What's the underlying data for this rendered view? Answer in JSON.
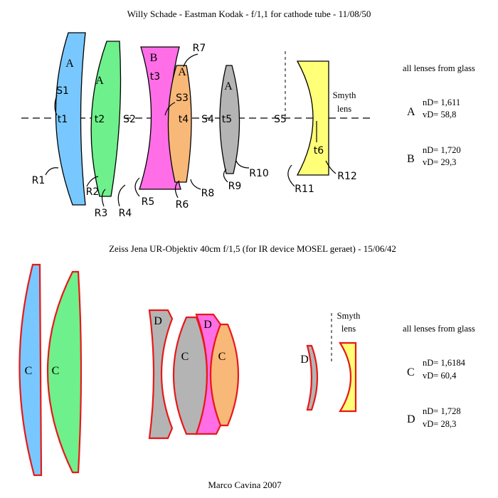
{
  "top": {
    "title": "Willy Schade - Eastman Kodak - f/1,1 for cathode tube - 11/08/50",
    "glass_note": "all lenses from glass",
    "glasses": [
      {
        "letter": "A",
        "nd": "nD= 1,611",
        "vd": "vD= 58,8"
      },
      {
        "letter": "B",
        "nd": "nD= 1,720",
        "vd": "vD= 29,3"
      }
    ],
    "smyth_line1": "Smyth",
    "smyth_line2": "lens",
    "lens_letters": {
      "l1": "A",
      "l2": "A",
      "l3": "B",
      "l4": "A",
      "l5": "A"
    },
    "labels": {
      "s1": "S1",
      "t1": "t1",
      "t2": "t2",
      "s2": "S2",
      "t3": "t3",
      "r7": "R7",
      "s3": "S3",
      "t4": "t4",
      "s4": "S4",
      "t5": "t5",
      "s5": "S5",
      "t6": "t6",
      "r1": "R1",
      "r2": "R2",
      "r3": "R3",
      "r4": "R4",
      "r5": "R5",
      "r6": "R6",
      "r8": "R8",
      "r9": "R9",
      "r10": "R10",
      "r11": "R11",
      "r12": "R12"
    },
    "colors": {
      "A": "#78c8ff",
      "A2": "#6ef08c",
      "B": "#ff6ee6",
      "A4": "#f8b878",
      "A5": "#b4b4b4",
      "smyth": "#ffff78"
    }
  },
  "bottom": {
    "title": "Zeiss Jena UR-Objektiv 40cm f/1,5 (for IR device MOSEL geraet)  - 15/06/42",
    "glass_note": "all lenses from glass",
    "glasses": [
      {
        "letter": "C",
        "nd": "nD= 1,6184",
        "vd": "vD= 60,4"
      },
      {
        "letter": "D",
        "nd": "nD= 1,728",
        "vd": "vD= 28,3"
      }
    ],
    "smyth_line1": "Smyth",
    "smyth_line2": "lens",
    "lens_letters": {
      "l1": "C",
      "l2": "C",
      "l3": "D",
      "l4": "C",
      "l5": "D",
      "l6": "C",
      "l7": "D"
    },
    "colors": {
      "outline": "#e81818",
      "C1": "#78c8ff",
      "C2": "#6ef08c",
      "grey": "#b4b4b4",
      "D": "#ff6ee6",
      "C3": "#f8b878",
      "smyth": "#ffff78"
    }
  },
  "credit": "Marco Cavina 2007"
}
